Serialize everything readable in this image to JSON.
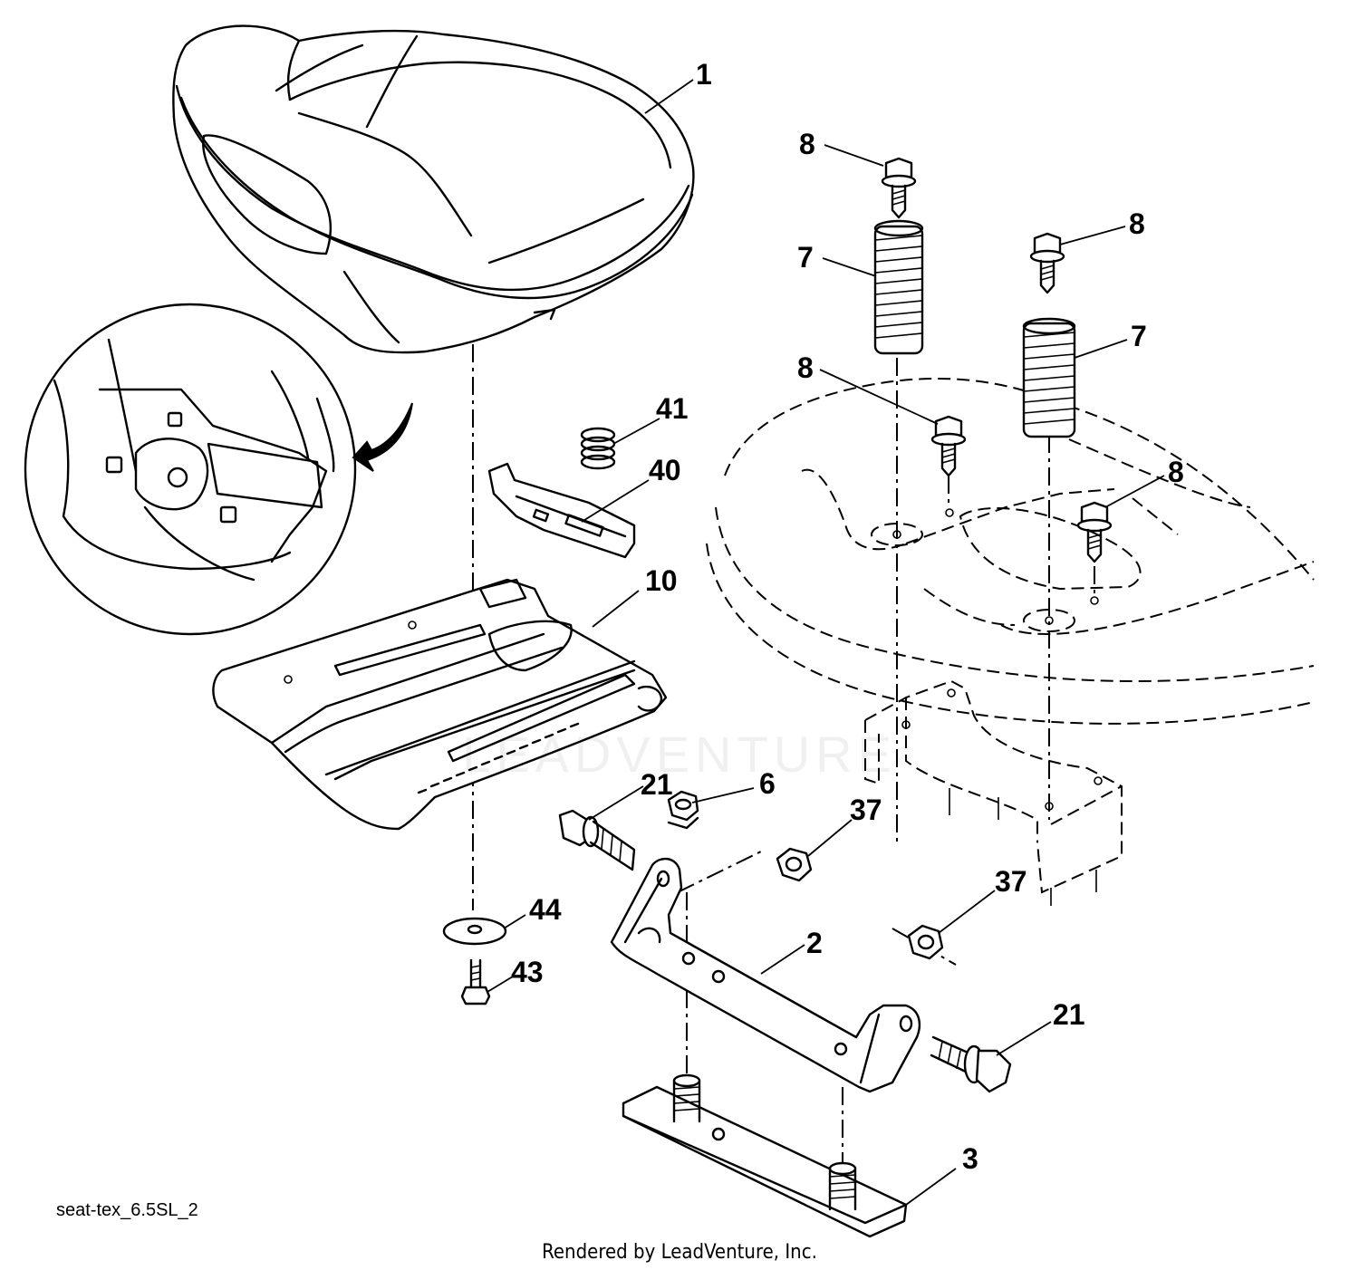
{
  "diagram": {
    "callouts": [
      {
        "id": "c1",
        "label": "1"
      },
      {
        "id": "c8a",
        "label": "8"
      },
      {
        "id": "c8b",
        "label": "8"
      },
      {
        "id": "c7a",
        "label": "7"
      },
      {
        "id": "c7b",
        "label": "7"
      },
      {
        "id": "c8c",
        "label": "8"
      },
      {
        "id": "c8d",
        "label": "8"
      },
      {
        "id": "c41",
        "label": "41"
      },
      {
        "id": "c40",
        "label": "40"
      },
      {
        "id": "c10",
        "label": "10"
      },
      {
        "id": "c21a",
        "label": "21"
      },
      {
        "id": "c6",
        "label": "6"
      },
      {
        "id": "c37a",
        "label": "37"
      },
      {
        "id": "c37b",
        "label": "37"
      },
      {
        "id": "c44",
        "label": "44"
      },
      {
        "id": "c43",
        "label": "43"
      },
      {
        "id": "c2",
        "label": "2"
      },
      {
        "id": "c21b",
        "label": "21"
      },
      {
        "id": "c3",
        "label": "3"
      }
    ],
    "diagram_code": "seat-tex_6.5SL_2",
    "footer": "Rendered by LeadVenture, Inc.",
    "watermark": "LEADVENTURE",
    "colors": {
      "line": "#000000",
      "background": "#ffffff"
    }
  }
}
